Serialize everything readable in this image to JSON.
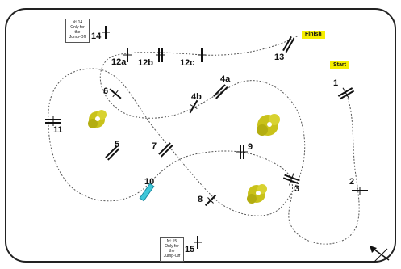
{
  "flags": {
    "start": "Start",
    "finish": "Finish"
  },
  "notes": {
    "jump14": [
      "Nº 14",
      "Only for",
      "the",
      "Jump-Off"
    ],
    "jump15": [
      "Nº 15",
      "Only for",
      "the",
      "Jump-Off"
    ]
  },
  "obstacles": {
    "o1": "1",
    "o2": "2",
    "o3": "3",
    "o4a": "4a",
    "o4b": "4b",
    "o5": "5",
    "o6": "6",
    "o7": "7",
    "o8": "8",
    "o9": "9",
    "o10": "10",
    "o11": "11",
    "o12a": "12a",
    "o12b": "12b",
    "o12c": "12c",
    "o13": "13",
    "o14": "14",
    "o15": "15"
  },
  "colors": {
    "flag": "#f5ee00",
    "water": "#3ec7d9",
    "tree": "#c9c21a",
    "route": "#555555"
  }
}
